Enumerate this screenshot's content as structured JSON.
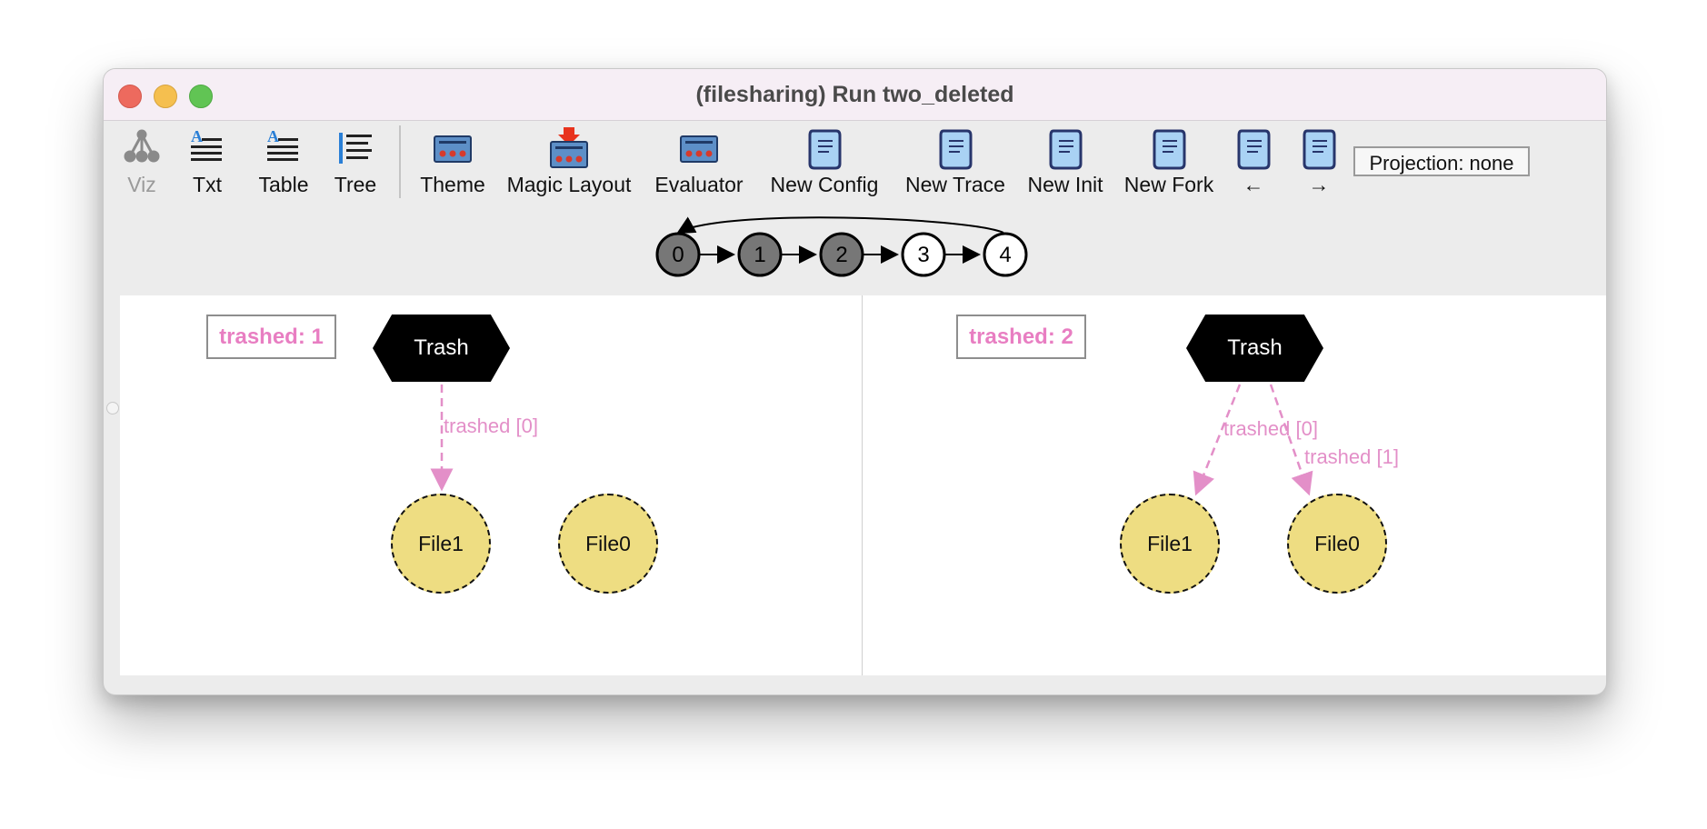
{
  "window": {
    "title": "(filesharing) Run two_deleted"
  },
  "toolbar": {
    "buttons": [
      {
        "label": "Viz",
        "icon": "viz-tree-icon",
        "enabled": false
      },
      {
        "label": "Txt",
        "icon": "text-icon",
        "enabled": true
      },
      {
        "label": "Table",
        "icon": "table-icon",
        "enabled": true
      },
      {
        "label": "Tree",
        "icon": "tree-icon",
        "enabled": true
      },
      {
        "label": "Theme",
        "icon": "theme-icon",
        "enabled": true
      },
      {
        "label": "Magic Layout",
        "icon": "magic-layout-icon",
        "enabled": true
      },
      {
        "label": "Evaluator",
        "icon": "evaluator-icon",
        "enabled": true
      },
      {
        "label": "New Config",
        "icon": "scroll-icon",
        "enabled": true
      },
      {
        "label": "New Trace",
        "icon": "scroll-icon",
        "enabled": true
      },
      {
        "label": "New Init",
        "icon": "scroll-icon",
        "enabled": true
      },
      {
        "label": "New Fork",
        "icon": "scroll-icon",
        "enabled": true
      },
      {
        "label": "←",
        "icon": "scroll-icon",
        "enabled": true
      },
      {
        "label": "→",
        "icon": "scroll-icon",
        "enabled": true
      }
    ],
    "projection_label": "Projection: none"
  },
  "trace": {
    "states": [
      {
        "label": "0",
        "visited": true
      },
      {
        "label": "1",
        "visited": true
      },
      {
        "label": "2",
        "visited": true
      },
      {
        "label": "3",
        "visited": false
      },
      {
        "label": "4",
        "visited": false
      }
    ],
    "loop_back_to": "0"
  },
  "left_panel": {
    "counter": "trashed: 1",
    "trash_node": "Trash",
    "edges": [
      {
        "label": "trashed [0]",
        "to": "File1"
      }
    ],
    "files": [
      "File1",
      "File0"
    ]
  },
  "right_panel": {
    "counter": "trashed: 2",
    "trash_node": "Trash",
    "edges": [
      {
        "label": "trashed [0]",
        "to": "File1"
      },
      {
        "label": "trashed [1]",
        "to": "File0"
      }
    ],
    "files": [
      "File1",
      "File0"
    ]
  },
  "colors": {
    "edge_pink": "#e38fc8",
    "file_fill": "#eedd82",
    "visited_state": "#777777"
  }
}
